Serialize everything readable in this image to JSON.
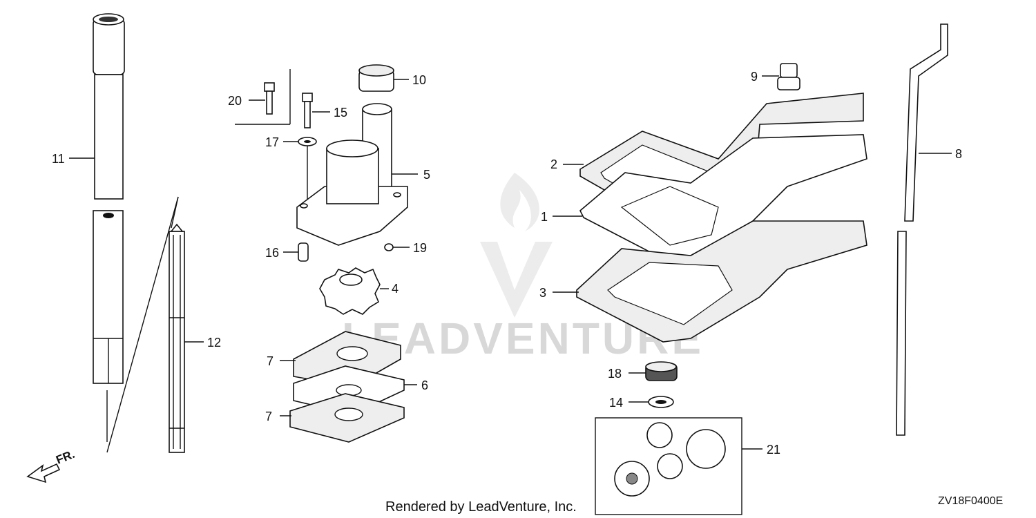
{
  "diagram": {
    "callouts": [
      {
        "id": "c1",
        "label": "1"
      },
      {
        "id": "c2",
        "label": "2"
      },
      {
        "id": "c3",
        "label": "3"
      },
      {
        "id": "c4",
        "label": "4"
      },
      {
        "id": "c5",
        "label": "5"
      },
      {
        "id": "c6",
        "label": "6"
      },
      {
        "id": "c7a",
        "label": "7"
      },
      {
        "id": "c7b",
        "label": "7"
      },
      {
        "id": "c8",
        "label": "8"
      },
      {
        "id": "c9",
        "label": "9"
      },
      {
        "id": "c10",
        "label": "10"
      },
      {
        "id": "c11",
        "label": "11"
      },
      {
        "id": "c12",
        "label": "12"
      },
      {
        "id": "c14",
        "label": "14"
      },
      {
        "id": "c15",
        "label": "15"
      },
      {
        "id": "c16",
        "label": "16"
      },
      {
        "id": "c17",
        "label": "17"
      },
      {
        "id": "c18",
        "label": "18"
      },
      {
        "id": "c19",
        "label": "19"
      },
      {
        "id": "c20",
        "label": "20"
      },
      {
        "id": "c21",
        "label": "21"
      }
    ],
    "front_marker": "FR.",
    "footer_credit": "Rendered by LeadVenture, Inc.",
    "diagram_code": "ZV18F0400E",
    "watermark": "LEADVENTURE"
  }
}
